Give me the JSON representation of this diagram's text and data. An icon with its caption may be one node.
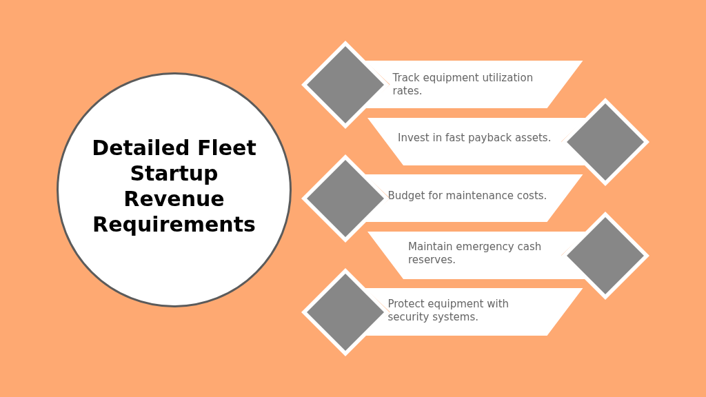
{
  "diagram": {
    "nodes": [
      {
        "text": [
          "Detailed Fleet Startup Revenue Requirements"
        ]
      },
      {
        "text": [
          "Track equipment utilization rates."
        ]
      },
      {
        "text": [
          "Invest in fast payback assets."
        ]
      },
      {
        "text": [
          "Budget for maintenance costs."
        ]
      },
      {
        "text": [
          "Maintain emergency cash reserves."
        ]
      },
      {
        "text": [
          "Protect equipment with security systems."
        ]
      }
    ]
  }
}
